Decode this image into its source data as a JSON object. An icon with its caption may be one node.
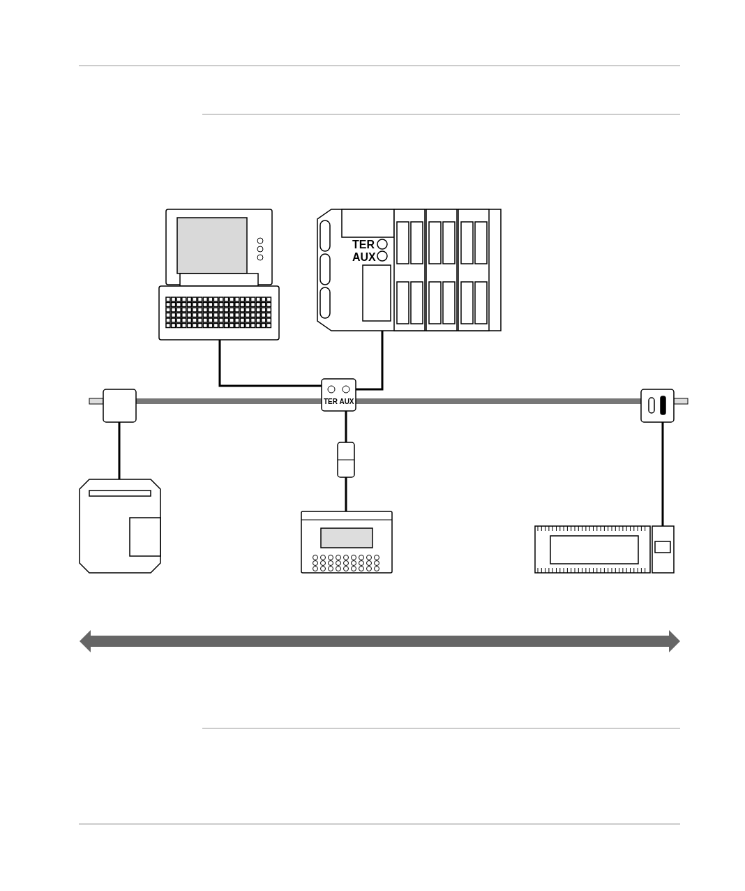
{
  "diagram": {
    "nodes": [
      {
        "text": [],
        "shape": "picture"
      },
      {
        "text": [
          "TER",
          "AUX"
        ]
      },
      {
        "text": [],
        "shape": "box"
      },
      {
        "text": [
          "TER AUX"
        ]
      },
      {
        "text": [],
        "shape": "box"
      },
      {
        "text": [],
        "shape": "picture"
      },
      {
        "text": [],
        "shape": "box"
      },
      {
        "text": [],
        "shape": "picture"
      },
      {
        "text": [],
        "shape": "picture"
      }
    ],
    "edges": [
      {
        "from": 0,
        "to": 3,
        "arrow": "none"
      },
      {
        "from": 1,
        "to": 3,
        "arrow": "none"
      },
      {
        "from": 2,
        "to": 3,
        "arrow": "none",
        "style": "thick",
        "color": "#777777"
      },
      {
        "from": 3,
        "to": 4,
        "arrow": "none",
        "style": "thick",
        "color": "#777777"
      },
      {
        "from": 2,
        "to": 5,
        "arrow": "none"
      },
      {
        "from": 3,
        "to": 6,
        "arrow": "none"
      },
      {
        "from": 6,
        "to": 7,
        "arrow": "none"
      },
      {
        "from": 4,
        "to": 8,
        "arrow": "none"
      }
    ]
  }
}
